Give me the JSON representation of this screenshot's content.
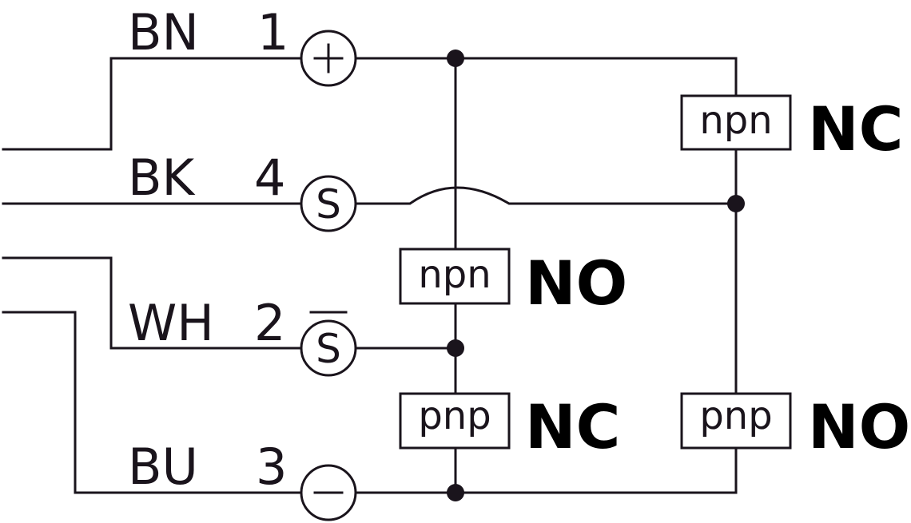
{
  "diagram": {
    "type": "sensor-wiring-schematic",
    "wires": [
      {
        "color_code": "BN",
        "pin": "1",
        "terminal_symbol": "+",
        "terminal_name": "positive-supply"
      },
      {
        "color_code": "BK",
        "pin": "4",
        "terminal_symbol": "S",
        "terminal_name": "switching-output"
      },
      {
        "color_code": "WH",
        "pin": "2",
        "terminal_symbol": "S",
        "terminal_overline": true,
        "terminal_name": "inverted-switching-output"
      },
      {
        "color_code": "BU",
        "pin": "3",
        "terminal_symbol": "−",
        "terminal_name": "negative-supply"
      }
    ],
    "outputs": {
      "middle_npn": {
        "type": "npn",
        "state": "NO"
      },
      "middle_pnp": {
        "type": "pnp",
        "state": "NC"
      },
      "right_npn": {
        "type": "npn",
        "state": "NC"
      },
      "right_pnp": {
        "type": "pnp",
        "state": "NO"
      }
    },
    "colors": {
      "line": "#1a141c",
      "background": "#ffffff"
    }
  }
}
